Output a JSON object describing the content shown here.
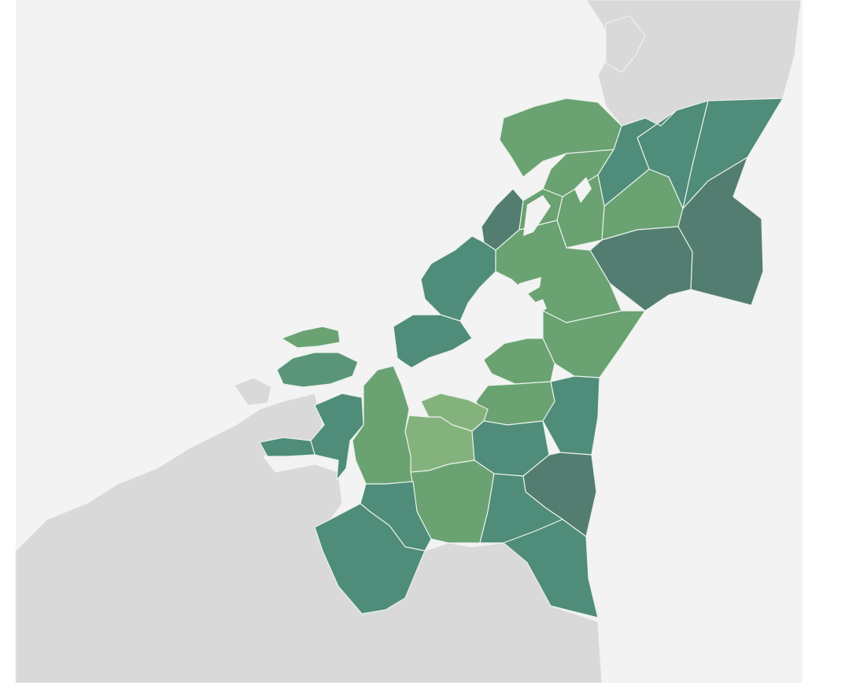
{
  "map": {
    "colors": {
      "sea": "#f3f3f3",
      "outside_land": "#d9d9d9",
      "outside_border": "#f2f2f2",
      "region_border": "#e9f1ea",
      "fjord_water": "#f3f3f3",
      "page_margin": "#ffffff"
    },
    "choropleth_levels": [
      {
        "level": 1,
        "color": "#84b27c"
      },
      {
        "level": 2,
        "color": "#6aa272"
      },
      {
        "level": 3,
        "color": "#5a957a"
      },
      {
        "level": 4,
        "color": "#4f8c7a"
      },
      {
        "level": 5,
        "color": "#537d71"
      }
    ],
    "regions": [
      {
        "id": "east-north-a",
        "level": 4
      },
      {
        "id": "east-north-b",
        "level": 4
      },
      {
        "id": "east-mid",
        "level": 2
      },
      {
        "id": "east-far",
        "level": 5
      },
      {
        "id": "east-big",
        "level": 5
      },
      {
        "id": "north-strip-a",
        "level": 4
      },
      {
        "id": "north-mid-a",
        "level": 2
      },
      {
        "id": "north-mid-b",
        "level": 2
      },
      {
        "id": "north-coast-islands",
        "level": 2
      },
      {
        "id": "coast-dark-small",
        "level": 5
      },
      {
        "id": "coast-peninsula",
        "level": 4
      },
      {
        "id": "central-big",
        "level": 2
      },
      {
        "id": "central-north",
        "level": 2
      },
      {
        "id": "southeast-a",
        "level": 2
      },
      {
        "id": "fosen-south",
        "level": 4
      },
      {
        "id": "island-west-a",
        "level": 2
      },
      {
        "id": "island-west-b",
        "level": 3
      },
      {
        "id": "trondheim-east",
        "level": 2
      },
      {
        "id": "stjordal",
        "level": 2
      },
      {
        "id": "meraker",
        "level": 4
      },
      {
        "id": "south-coast-west",
        "level": 4
      },
      {
        "id": "peninsula-west",
        "level": 4
      },
      {
        "id": "orkland",
        "level": 2
      },
      {
        "id": "trondheim",
        "level": 1
      },
      {
        "id": "melhus",
        "level": 1
      },
      {
        "id": "selbu",
        "level": 4
      },
      {
        "id": "tydal",
        "level": 5
      },
      {
        "id": "midtre-gauldal",
        "level": 2
      },
      {
        "id": "rennebu",
        "level": 4
      },
      {
        "id": "holtalen",
        "level": 4
      },
      {
        "id": "roros",
        "level": 4
      },
      {
        "id": "oppdal",
        "level": 4
      }
    ]
  }
}
